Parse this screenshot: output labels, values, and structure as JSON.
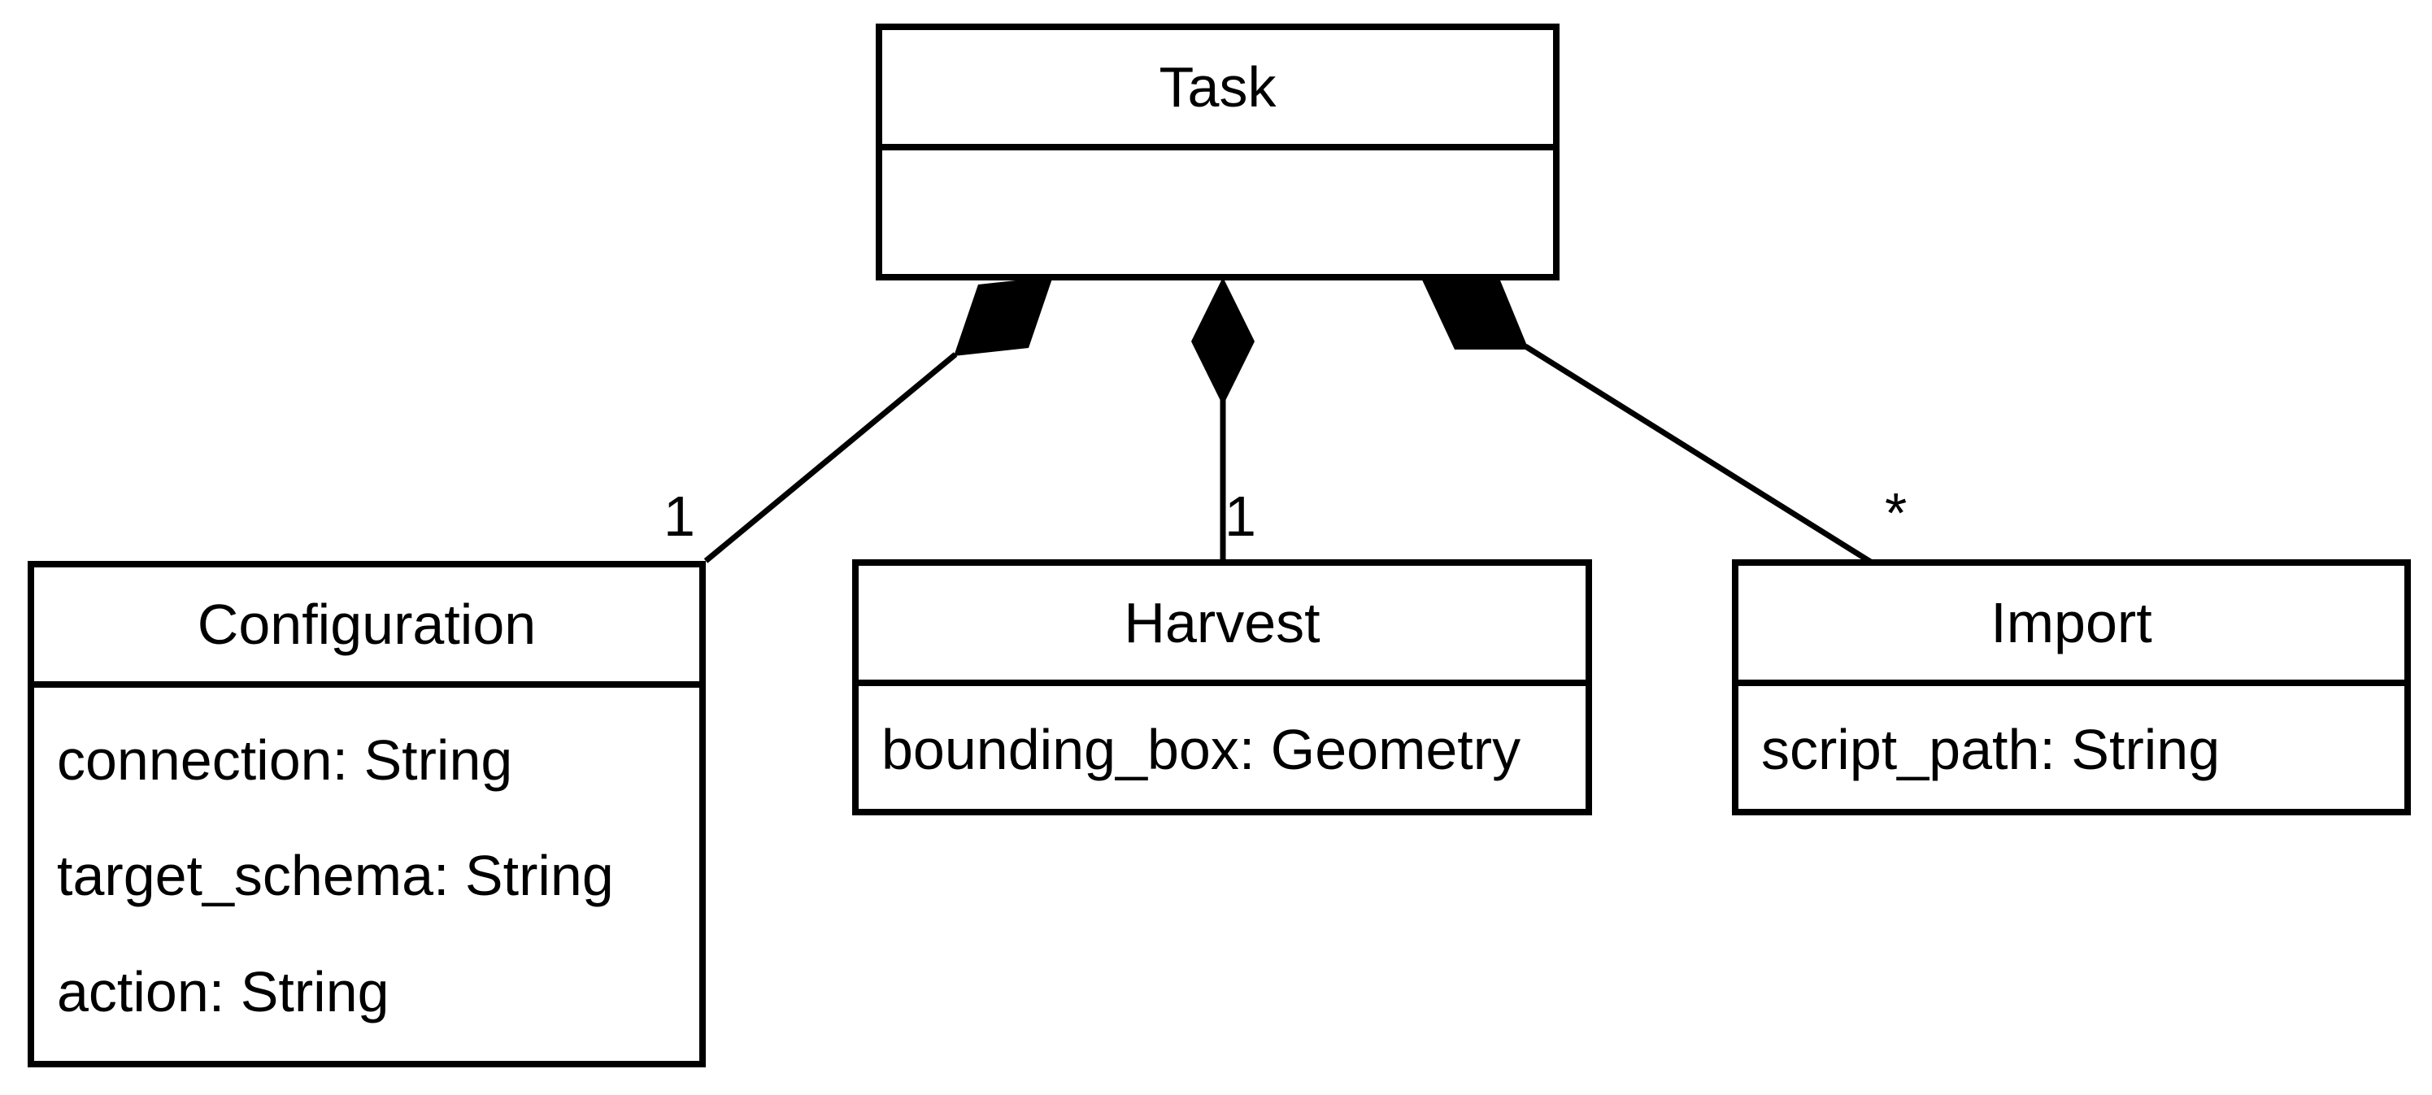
{
  "diagram": {
    "kind": "uml-class-diagram",
    "colors": {
      "line": "#000000",
      "background": "#ffffff",
      "node_fill": "#ffffff"
    },
    "classes": [
      {
        "name": "Task",
        "attributes": []
      },
      {
        "name": "Configuration",
        "attributes": [
          "connection: String",
          "target_schema: String",
          "action: String"
        ]
      },
      {
        "name": "Harvest",
        "attributes": [
          "bounding_box: Geometry"
        ]
      },
      {
        "name": "Import",
        "attributes": [
          "script_path: String"
        ]
      }
    ],
    "edges": [
      {
        "from": "Task",
        "to": "Configuration",
        "type": "composition",
        "multiplicity": "1"
      },
      {
        "from": "Task",
        "to": "Harvest",
        "type": "composition",
        "multiplicity": "1"
      },
      {
        "from": "Task",
        "to": "Import",
        "type": "composition",
        "multiplicity": "*"
      }
    ]
  }
}
